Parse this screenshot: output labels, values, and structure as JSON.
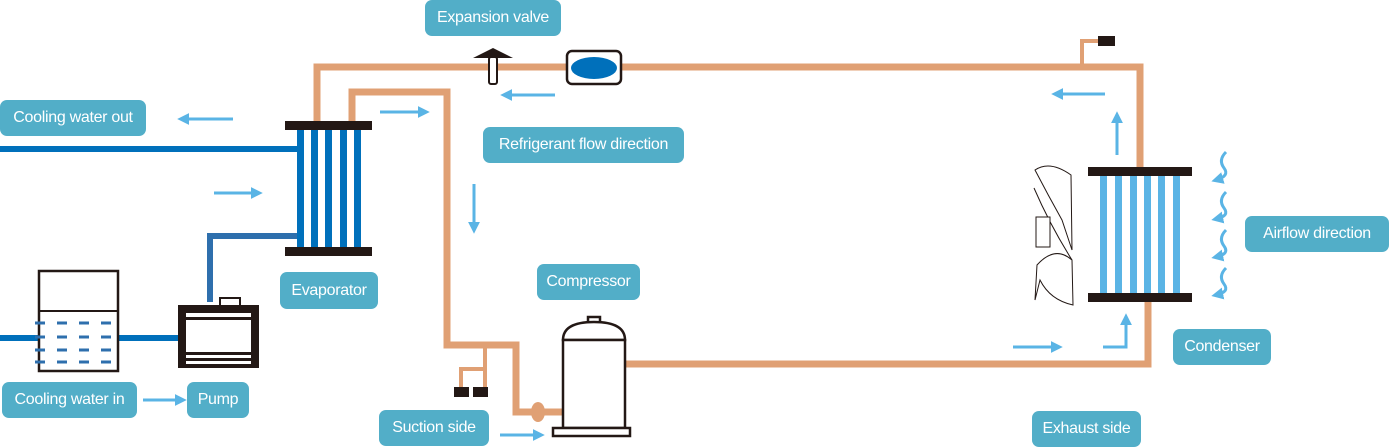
{
  "labels": {
    "expansion_valve": "Expansion valve",
    "cooling_water_out": "Cooling water out",
    "refrigerant_flow": "Refrigerant flow direction",
    "evaporator": "Evaporator",
    "compressor": "Compressor",
    "cooling_water_in": "Cooling water in",
    "pump": "Pump",
    "suction_side": "Suction side",
    "exhaust_side": "Exhaust side",
    "condenser": "Condenser",
    "airflow_direction": "Airflow direction"
  },
  "colors": {
    "refrigerant_pipe": "#e0a074",
    "water_pipe": "#0070bb",
    "flow_arrow": "#5ab4e5",
    "label_bg": "#52aec8",
    "equipment": "#231815"
  }
}
